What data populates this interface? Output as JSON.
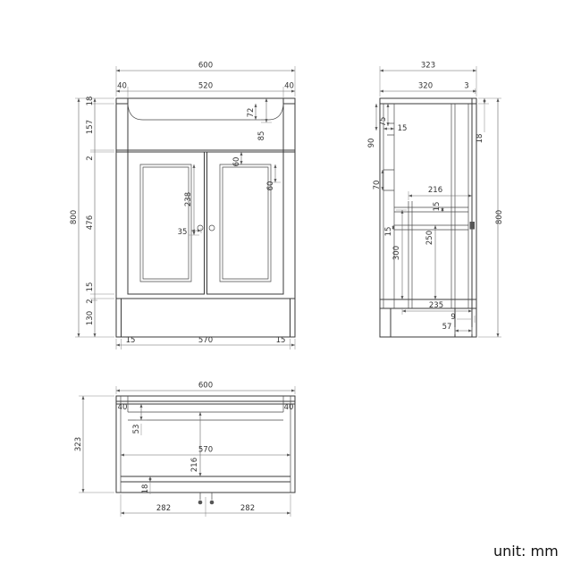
{
  "unit_label": "unit: mm",
  "front_view": {
    "overall_width": "600",
    "left_post_width": "40",
    "opening_width": "520",
    "right_post_width": "40",
    "top_thickness": "18",
    "apron_height": "157",
    "gap_top": "2",
    "door_height": "476",
    "gap_mid": "15",
    "gap_mid2": "2",
    "plinth_height": "130",
    "overall_height": "800",
    "basin_drop": "72",
    "apron_drop": "85",
    "frame_top": "60",
    "frame_side": "60",
    "panel_height": "238",
    "knob_offset": "35",
    "base_left_inset": "15",
    "base_width": "570",
    "base_right_inset": "15"
  },
  "side_view": {
    "overall_depth": "323",
    "body_depth": "320",
    "back_offset": "3",
    "overall_height": "800",
    "top_thickness": "18",
    "front_dim_75": "75",
    "front_dim_90": "90",
    "front_thickness": "15",
    "front_drop": "70",
    "shelf_span": "216",
    "rail_thickness": "15",
    "shelf_thickness": "15",
    "lower_height": "300",
    "shelf_height": "250",
    "base_span": "235",
    "back_gap": "9",
    "leg_depth": "57"
  },
  "plan_view": {
    "overall_width": "600",
    "left_post_width": "40",
    "right_post_width": "40",
    "overall_depth": "323",
    "back_rail_depth": "53",
    "inner_width": "570",
    "door_depth": "216",
    "front_thickness": "18",
    "span_left": "282",
    "span_right": "282"
  }
}
